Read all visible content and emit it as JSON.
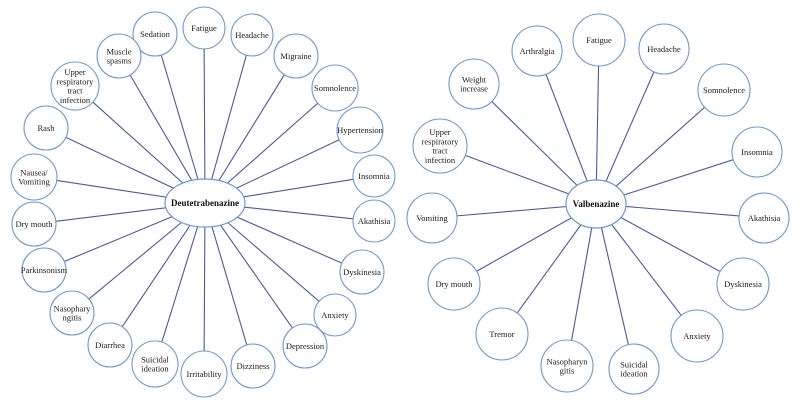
{
  "diagrams": [
    {
      "hub": "Deutetrabenazine",
      "nodes": [
        [
          "Sedation"
        ],
        [
          "Fatigue"
        ],
        [
          "Headache"
        ],
        [
          "Migraine"
        ],
        [
          "Somnolence"
        ],
        [
          "Hypertension"
        ],
        [
          "Insomnia"
        ],
        [
          "Akathisia"
        ],
        [
          "Dyskinesia"
        ],
        [
          "Anxiety"
        ],
        [
          "Depression"
        ],
        [
          "Dizziness"
        ],
        [
          "Irritability"
        ],
        [
          "Suicidal",
          "ideation"
        ],
        [
          "Diarrhea"
        ],
        [
          "Nasophary",
          "ngitis"
        ],
        [
          "Parkinsonism"
        ],
        [
          "Dry mouth"
        ],
        [
          "Nausea/",
          "Vomiting"
        ],
        [
          "Rash"
        ],
        [
          "Upper",
          "respiratory",
          "tract",
          "infection"
        ],
        [
          "Muscle",
          "spasms"
        ]
      ]
    },
    {
      "hub": "Valbenazine",
      "nodes": [
        [
          "Fatigue"
        ],
        [
          "Headache"
        ],
        [
          "Somnolence"
        ],
        [
          "Insomnia"
        ],
        [
          "Akathisia"
        ],
        [
          "Dyskinesia"
        ],
        [
          "Anxiety"
        ],
        [
          "Suicidal",
          "ideation"
        ],
        [
          "Nasopharyn",
          "gitis"
        ],
        [
          "Tremor"
        ],
        [
          "Dry mouth"
        ],
        [
          "Vomiting"
        ],
        [
          "Upper",
          "respiratory",
          "tract",
          "infection"
        ],
        [
          "Weight",
          "increase"
        ],
        [
          "Arthralgia"
        ]
      ]
    }
  ]
}
